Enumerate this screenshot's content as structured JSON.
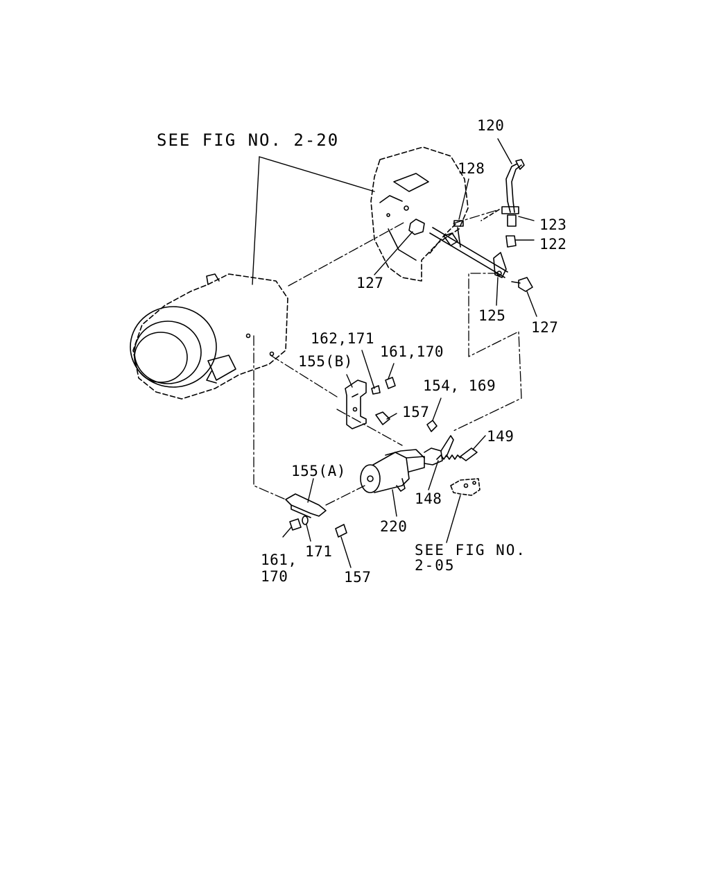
{
  "references": {
    "fig_2_20": "SEE FIG NO. 2-20",
    "fig_2_05_line1": "SEE FIG NO.",
    "fig_2_05_line2": "2-05"
  },
  "callouts": {
    "p120": "120",
    "p128": "128",
    "p123": "123",
    "p122": "122",
    "p127_left": "127",
    "p125": "125",
    "p127_right": "127",
    "p162_171": "162,171",
    "p161_170_top": "161,170",
    "p155b": "155(B)",
    "p154_169": "154, 169",
    "p157_top": "157",
    "p149": "149",
    "p155a": "155(A)",
    "p148": "148",
    "p220": "220",
    "p161_l1": "161,",
    "p161_l2": "170",
    "p171_bottom": "171",
    "p157_bottom": "157"
  },
  "colors": {
    "ink": "#000000",
    "paper": "#ffffff"
  }
}
